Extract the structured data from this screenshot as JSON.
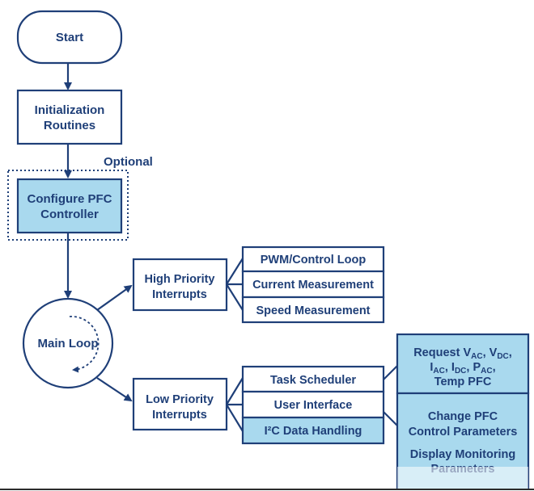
{
  "colors": {
    "line": "#1f3f78",
    "highlight_fill": "#a9d9ee",
    "text": "#1f3f78"
  },
  "nodes": {
    "start": "Start",
    "init_line1": "Initialization",
    "init_line2": "Routines",
    "optional": "Optional",
    "configure_line1": "Configure PFC",
    "configure_line2": "Controller",
    "main_loop": "Main Loop",
    "high_line1": "High Priority",
    "high_line2": "Interrupts",
    "low_line1": "Low Priority",
    "low_line2": "Interrupts",
    "pwm": "PWM/Control Loop",
    "current": "Current Measurement",
    "speed": "Speed Measurement",
    "task_scheduler": "Task Scheduler",
    "user_interface": "User Interface",
    "i2c_prefix": "I²C Data Handling",
    "request_line1": "Request V",
    "request_sub_ac": "AC",
    "request_comma1": ", V",
    "request_sub_dc": "DC",
    "request_comma2": ",",
    "request_line2_i1": "I",
    "request_line2_sub_ac": "AC",
    "request_line2_i2": ", I",
    "request_line2_sub_dc": "DC",
    "request_line2_p": ", P",
    "request_line2_sub_ac2": "AC",
    "request_line2_end": ",",
    "request_line3": "Temp PFC",
    "change_line1": "Change PFC",
    "change_line2": "Control Parameters",
    "display_line1": "Display Monitoring",
    "display_line2": "Parameters"
  }
}
